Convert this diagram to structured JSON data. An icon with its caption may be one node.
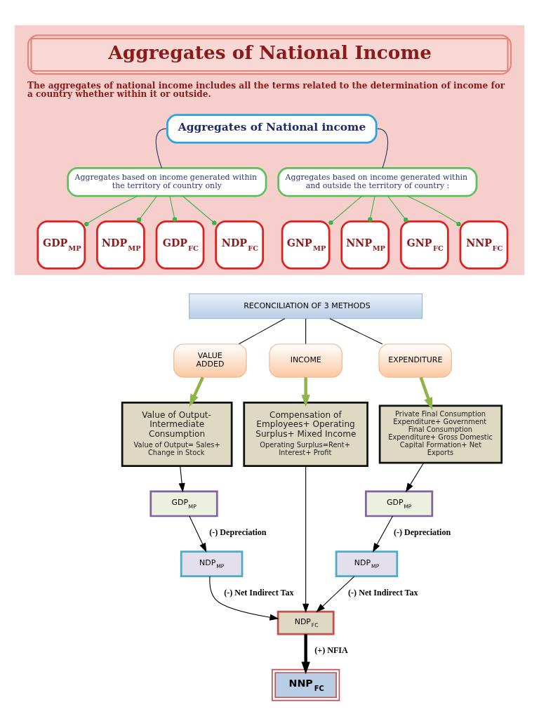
{
  "diagram": {
    "nodes": [
      {
        "text": [
          "Aggregates of National Income",
          "The aggregates of national income includes all the terms related to the determination of income for a country whether within it or outside."
        ]
      },
      {
        "text": [
          "Aggregates of National income"
        ],
        "in": 0
      },
      {
        "text": [
          "Aggregates based on income generated within the territory of country only"
        ],
        "in": 0
      },
      {
        "text": [
          "Aggregates based on income generated within and outside the territory of country :"
        ],
        "in": 0
      },
      {
        "text": [
          "GDP$_{MP}$"
        ],
        "in": 0
      },
      {
        "text": [
          "NDP$_{MP}$"
        ],
        "in": 0
      },
      {
        "text": [
          "GDP$_{FC}$"
        ],
        "in": 0
      },
      {
        "text": [
          "NDP$_{FC}$"
        ],
        "in": 0
      },
      {
        "text": [
          "GNP$_{MP}$"
        ],
        "in": 0
      },
      {
        "text": [
          "NNP$_{MP}$"
        ],
        "in": 0
      },
      {
        "text": [
          "GNP$_{FC}$"
        ],
        "in": 0
      },
      {
        "text": [
          "NNP$_{FC}$"
        ],
        "in": 0
      },
      {
        "text": [
          "RECONCILIATION OF 3 METHODS"
        ]
      },
      {
        "text": [
          "VALUE ADDED"
        ]
      },
      {
        "text": [
          "INCOME"
        ]
      },
      {
        "text": [
          "EXPENDITURE"
        ]
      },
      {
        "text": [
          "Value of Output- Intermediate Consumption",
          "Value of Output= Sales+ Change in Stock"
        ]
      },
      {
        "text": [
          "Compensation of Employees+ Operating Surplus+ Mixed Income",
          "Operating Surplus=Rent+ Interest+ Profit"
        ]
      },
      {
        "text": [
          "Private Final Consumption Expenditure+ Government Final Consumption Expenditure+ Gross Domestic Capital Formation+ Net Exports"
        ]
      },
      {
        "text": [
          "GDP$_{MP}$"
        ]
      },
      {
        "text": [
          "GDP$_{MP}$"
        ]
      },
      {
        "text": [
          "NDP$_{MP}$"
        ]
      },
      {
        "text": [
          "NDP$_{MP}$"
        ]
      },
      {
        "text": [
          "NDP$_{FC}$"
        ]
      },
      {
        "text": [
          "NNP$_{FC}$"
        ]
      }
    ],
    "edges": [
      {
        "from": 1,
        "to": 2,
        "arrow": "none",
        "color": "#1f3864"
      },
      {
        "from": 1,
        "to": 3,
        "arrow": "none",
        "color": "#1f3864"
      },
      {
        "from": 2,
        "to": 4,
        "arrow": "other",
        "color": "#3cb04a"
      },
      {
        "from": 2,
        "to": 5,
        "arrow": "other",
        "color": "#3cb04a"
      },
      {
        "from": 2,
        "to": 6,
        "arrow": "other",
        "color": "#3cb04a"
      },
      {
        "from": 2,
        "to": 7,
        "arrow": "other",
        "color": "#3cb04a"
      },
      {
        "from": 3,
        "to": 8,
        "arrow": "other",
        "color": "#3cb04a"
      },
      {
        "from": 3,
        "to": 9,
        "arrow": "other",
        "color": "#3cb04a"
      },
      {
        "from": 3,
        "to": 10,
        "arrow": "other",
        "color": "#3cb04a"
      },
      {
        "from": 3,
        "to": 11,
        "arrow": "other",
        "color": "#3cb04a"
      },
      {
        "from": 12,
        "to": 13,
        "arrow": "none"
      },
      {
        "from": 12,
        "to": 14,
        "arrow": "none"
      },
      {
        "from": 12,
        "to": 15,
        "arrow": "none"
      },
      {
        "from": 13,
        "to": 16,
        "arrow": "to",
        "style": "thick",
        "color": "#8db545"
      },
      {
        "from": 14,
        "to": 17,
        "arrow": "to",
        "style": "thick",
        "color": "#8db545"
      },
      {
        "from": 15,
        "to": 18,
        "arrow": "to",
        "style": "thick",
        "color": "#8db545"
      },
      {
        "from": 16,
        "to": 19,
        "arrow": "to"
      },
      {
        "from": 18,
        "to": 20,
        "arrow": "to"
      },
      {
        "from": 19,
        "to": 21,
        "arrow": "to",
        "label": "(-) Depreciation"
      },
      {
        "from": 20,
        "to": 22,
        "arrow": "to",
        "label": "(-) Depreciation"
      },
      {
        "from": 21,
        "to": 23,
        "arrow": "to",
        "label": "(-) Net Indirect Tax"
      },
      {
        "from": 17,
        "to": 23,
        "arrow": "to"
      },
      {
        "from": 22,
        "to": 23,
        "arrow": "to",
        "label": "(-) Net Indirect Tax"
      },
      {
        "from": 23,
        "to": 24,
        "arrow": "to",
        "style": "thick",
        "label": "(+) NFIA"
      }
    ]
  }
}
